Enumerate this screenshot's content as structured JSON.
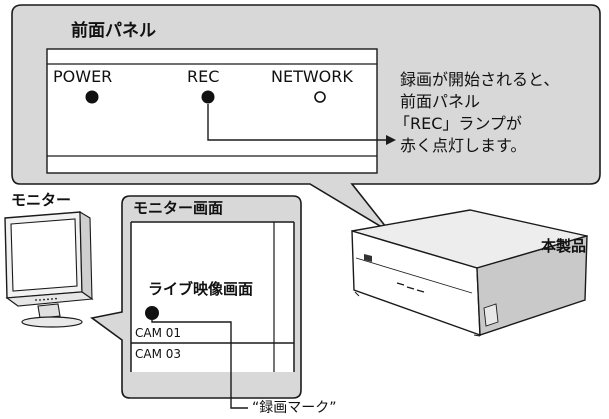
{
  "front_panel": {
    "title": "前面パネル",
    "indicators": [
      {
        "label": "POWER",
        "state": "on"
      },
      {
        "label": "REC",
        "state": "on"
      },
      {
        "label": "NETWORK",
        "state": "off"
      }
    ]
  },
  "note": {
    "line1": "録画が開始されると、",
    "line2": "前面パネル",
    "line3": "「REC」ランプが",
    "line4": "赤く点灯します。"
  },
  "monitor_label": "モニター",
  "monitor_screen": {
    "title": "モニター画面",
    "live_label": "ライブ映像画面",
    "cameras": [
      "CAM 01",
      "CAM 03"
    ]
  },
  "device_label": "本製品",
  "rec_mark_label": "“録画マーク”",
  "colors": {
    "bubble_fill": "#d8d8d8",
    "panel_fill": "#ffffff",
    "stroke": "#1a1a1a"
  }
}
